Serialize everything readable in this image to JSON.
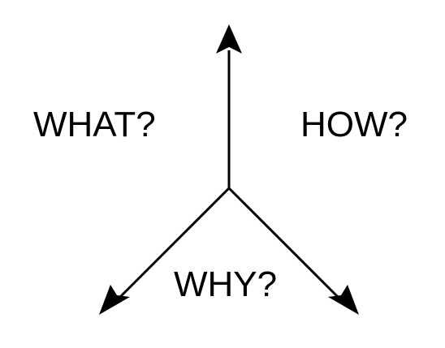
{
  "diagram": {
    "labels": {
      "what": "WHAT?",
      "how": "HOW?",
      "why": "WHY?"
    },
    "colors": {
      "stroke": "#000000",
      "text": "#000000",
      "background": "#ffffff"
    }
  }
}
